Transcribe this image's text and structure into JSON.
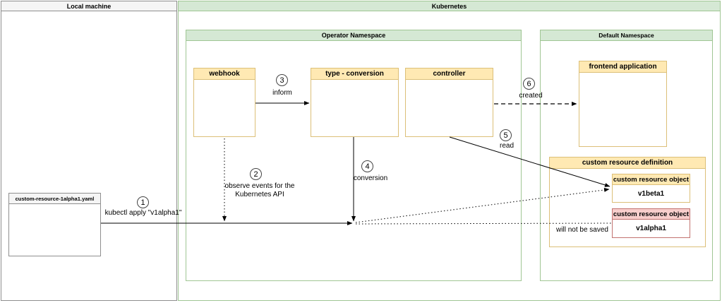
{
  "local_machine": {
    "title": "Local machine",
    "yaml_file_title": "custom-resource-1alpha1.yaml"
  },
  "kubernetes": {
    "title": "Kubernetes",
    "operator_namespace": {
      "title": "Operator Namespace",
      "webhook_title": "webhook",
      "type_conversion_title": "type - conversion",
      "controller_title": "controller"
    },
    "default_namespace": {
      "title": "Default Namespace",
      "frontend_application_title": "frontend application",
      "crd": {
        "title": "custom resource definition",
        "v1beta1": {
          "header": "custom resource object",
          "version": "v1beta1"
        },
        "v1alpha1": {
          "header": "custom resource object",
          "version": "v1alpha1",
          "note": "will not be saved"
        }
      }
    }
  },
  "steps": [
    {
      "number": "1",
      "label": "kubectl apply \"v1alpha1\""
    },
    {
      "number": "2",
      "label": "observe events for the\nKubernetes API"
    },
    {
      "number": "3",
      "label": "inform"
    },
    {
      "number": "4",
      "label": "conversion"
    },
    {
      "number": "5",
      "label": "read"
    },
    {
      "number": "6",
      "label": "created"
    }
  ],
  "colors": {
    "namespace_fill": "#d5e8d4",
    "namespace_border": "#a0c694",
    "component_fill": "#ffe9b3",
    "component_border": "#dcbf78",
    "warning_fill": "#f8cecc",
    "warning_border": "#c27370",
    "machine_fill": "#f5f5f5",
    "machine_border": "#8f8f8f"
  }
}
